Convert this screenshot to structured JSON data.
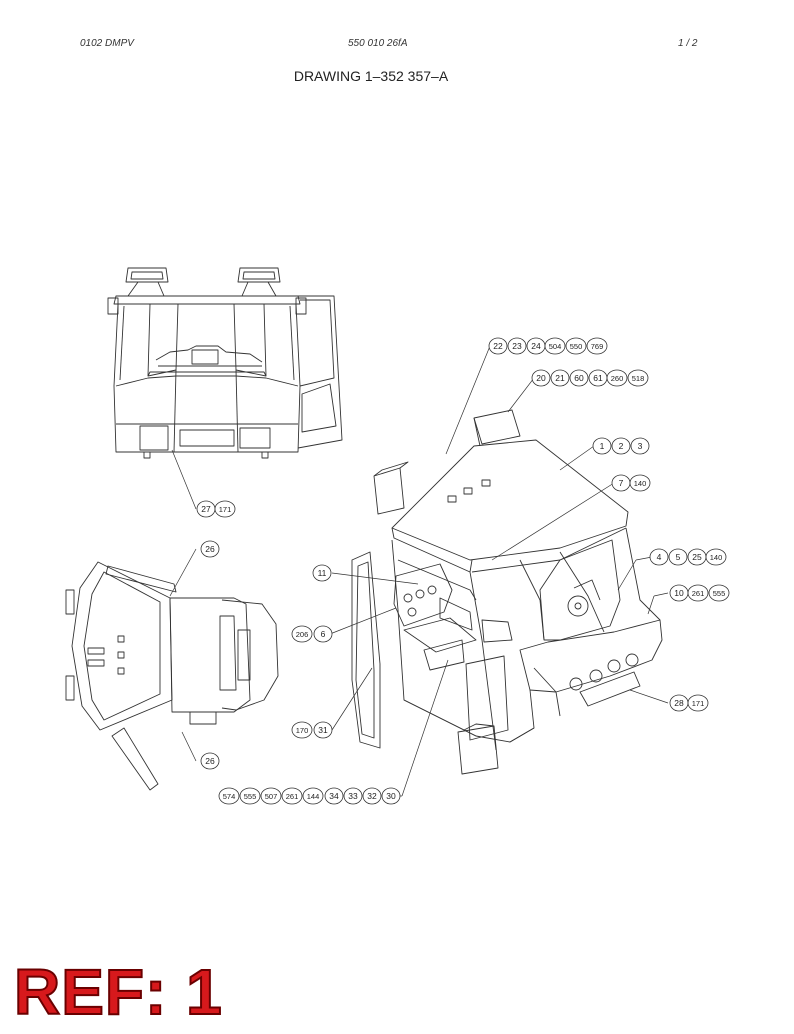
{
  "header": {
    "left": "0102 DMPV",
    "center": "550 010 26fA",
    "right": "1 /   2"
  },
  "drawing_title": "DRAWING 1–352 357–A",
  "callout_groups": [
    {
      "id": "g1",
      "labels": [
        "22",
        "23",
        "24",
        "504",
        "550",
        "769"
      ]
    },
    {
      "id": "g2",
      "labels": [
        "20",
        "21",
        "60",
        "61",
        "260",
        "518"
      ]
    },
    {
      "id": "g3",
      "labels": [
        "1",
        "2",
        "3"
      ]
    },
    {
      "id": "g4",
      "labels": [
        "7",
        "140"
      ]
    },
    {
      "id": "g5",
      "labels": [
        "27",
        "171"
      ]
    },
    {
      "id": "g6",
      "labels": [
        "26"
      ]
    },
    {
      "id": "g7",
      "labels": [
        "4",
        "5",
        "25",
        "140"
      ]
    },
    {
      "id": "g8",
      "labels": [
        "11"
      ]
    },
    {
      "id": "g9",
      "labels": [
        "10",
        "261",
        "555"
      ]
    },
    {
      "id": "g10",
      "labels": [
        "206",
        "6"
      ]
    },
    {
      "id": "g11",
      "labels": [
        "28",
        "171"
      ]
    },
    {
      "id": "g12",
      "labels": [
        "170",
        "31"
      ]
    },
    {
      "id": "g13",
      "labels": [
        "26"
      ]
    },
    {
      "id": "g14",
      "labels": [
        "574",
        "555",
        "507",
        "261",
        "144",
        "34",
        "33",
        "32",
        "30"
      ]
    }
  ],
  "ref_label": "REF: 1"
}
